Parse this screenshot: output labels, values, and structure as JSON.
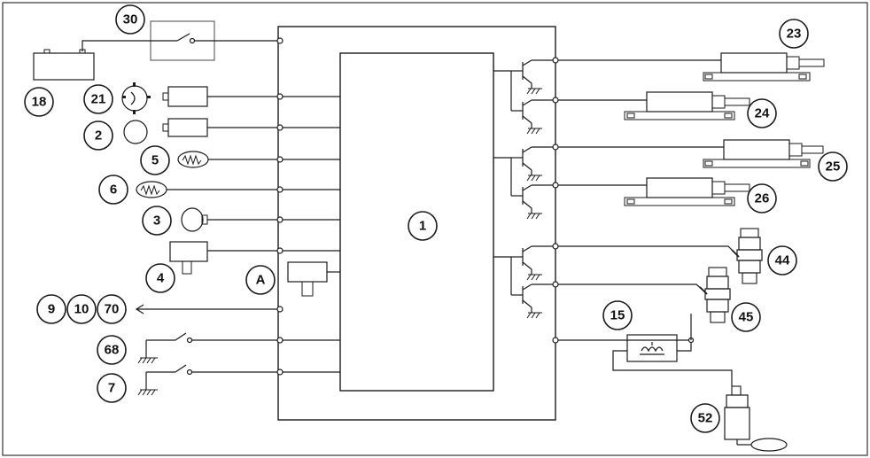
{
  "diagram": {
    "ecu_label": "1",
    "callouts": {
      "c30": "30",
      "c18": "18",
      "c21": "21",
      "c2": "2",
      "c5": "5",
      "c6": "6",
      "c3": "3",
      "c4": "4",
      "cA": "A",
      "c9": "9",
      "c10": "10",
      "c70": "70",
      "c68": "68",
      "c7": "7",
      "c23": "23",
      "c24": "24",
      "c25": "25",
      "c26": "26",
      "c44": "44",
      "c45": "45",
      "c15": "15",
      "c52": "52"
    },
    "colors": {
      "line": "#1a1a1a",
      "background": "#ffffff"
    }
  }
}
